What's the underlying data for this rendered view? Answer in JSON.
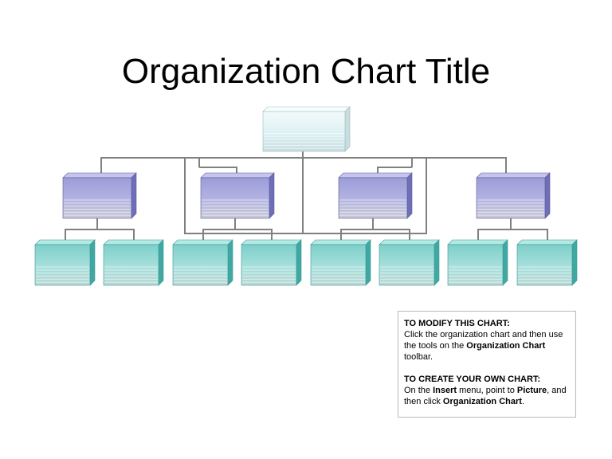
{
  "slide": {
    "title": "Organization Chart Title"
  },
  "org_chart": {
    "root": {
      "label": ""
    },
    "managers": [
      {
        "label": ""
      },
      {
        "label": ""
      },
      {
        "label": ""
      },
      {
        "label": ""
      }
    ],
    "staff": [
      {
        "label": ""
      },
      {
        "label": ""
      },
      {
        "label": ""
      },
      {
        "label": ""
      },
      {
        "label": ""
      },
      {
        "label": ""
      },
      {
        "label": ""
      },
      {
        "label": ""
      }
    ],
    "colors": {
      "root_face": "#e4f3f5",
      "manager_face": "#a9a9dd",
      "staff_face": "#8fd6d2",
      "connector": "#808080"
    }
  },
  "instructions": {
    "modify_heading": "TO MODIFY THIS CHART:",
    "modify_text_1": "Click the organization chart and then use the tools on the ",
    "modify_bold_1": "Organization Chart",
    "modify_text_2": " toolbar.",
    "create_heading": "TO CREATE YOUR OWN CHART:",
    "create_text_1": "On the ",
    "create_bold_1": "Insert",
    "create_text_2": " menu, point to ",
    "create_bold_2": "Picture",
    "create_text_3": ", and then click ",
    "create_bold_3": "Organization Chart",
    "create_text_4": "."
  }
}
